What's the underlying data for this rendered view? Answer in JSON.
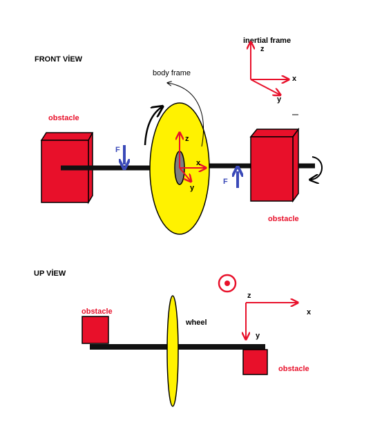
{
  "front_view": {
    "title": "FRONT VİEW",
    "body_frame_label": "body frame",
    "inertial_frame_label": "inertial frame",
    "obstacle_left": "obstacle",
    "obstacle_right": "obstacle",
    "force_left": "F",
    "force_right": "F",
    "body_axes": {
      "z": "z",
      "x": "x",
      "y": "y"
    },
    "inertial_axes": {
      "z": "z",
      "x": "x",
      "y": "y"
    }
  },
  "up_view": {
    "title": "UP VİEW",
    "obstacle_left": "obstacle",
    "obstacle_right": "obstacle",
    "wheel_label": "wheel",
    "axes": {
      "z": "z",
      "x": "x",
      "y": "y"
    }
  },
  "colors": {
    "obstacle": "#e8102a",
    "wheel": "#fff200",
    "shaft": "#111111",
    "force": "#3a49b8",
    "axis": "#e8102a",
    "hub": "#7f7f7f"
  }
}
